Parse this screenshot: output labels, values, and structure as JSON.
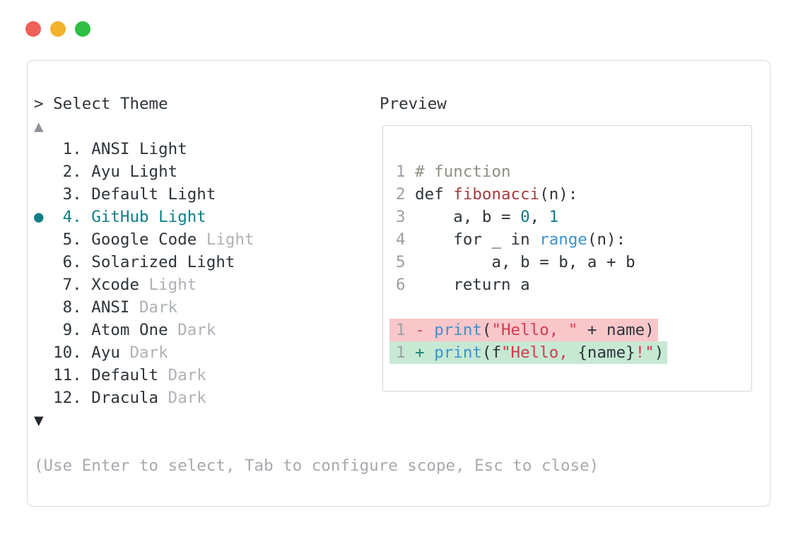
{
  "window_controls": {
    "close_color": "#f15f59",
    "minimize_color": "#f3b32d",
    "maximize_color": "#2fbf45"
  },
  "theme_selector": {
    "prompt": "> Select Theme",
    "scroll_up_symbol": "▲",
    "scroll_down_symbol": "▼",
    "selected_bullet": "●",
    "selected_item": "4. GitHub Light",
    "hint": "(Use Enter to select, Tab to configure scope, Esc to close)",
    "items": [
      {
        "number": "1.",
        "name": "ANSI Light",
        "muted_suffix": "",
        "selected": false
      },
      {
        "number": "2.",
        "name": "Ayu Light",
        "muted_suffix": "",
        "selected": false
      },
      {
        "number": "3.",
        "name": "Default Light",
        "muted_suffix": "",
        "selected": false
      },
      {
        "number": "4.",
        "name": "GitHub Light",
        "muted_suffix": "",
        "selected": true
      },
      {
        "number": "5.",
        "name": "Google Code",
        "muted_suffix": "Light",
        "selected": false
      },
      {
        "number": "6.",
        "name": "Solarized Light",
        "muted_suffix": "",
        "selected": false
      },
      {
        "number": "7.",
        "name": "Xcode",
        "muted_suffix": "Light",
        "selected": false
      },
      {
        "number": "8.",
        "name": "ANSI",
        "muted_suffix": "Dark",
        "selected": false
      },
      {
        "number": "9.",
        "name": "Atom One",
        "muted_suffix": "Dark",
        "selected": false
      },
      {
        "number": "10.",
        "name": "Ayu",
        "muted_suffix": "Dark",
        "selected": false
      },
      {
        "number": "11.",
        "name": "Default",
        "muted_suffix": "Dark",
        "selected": false
      },
      {
        "number": "12.",
        "name": "Dracula",
        "muted_suffix": "Dark",
        "selected": false
      }
    ]
  },
  "preview": {
    "label": "Preview",
    "code_lines": [
      {
        "tokens": [
          [
            "linenum",
            "1"
          ],
          [
            "plain",
            " "
          ],
          [
            "comment",
            "# function"
          ]
        ]
      },
      {
        "tokens": [
          [
            "linenum",
            "2"
          ],
          [
            "plain",
            " def "
          ],
          [
            "funcname",
            "fibonacci"
          ],
          [
            "plain",
            "(n):"
          ]
        ]
      },
      {
        "tokens": [
          [
            "linenum",
            "3"
          ],
          [
            "plain",
            "     a, b = "
          ],
          [
            "number",
            "0"
          ],
          [
            "plain",
            ", "
          ],
          [
            "number",
            "1"
          ]
        ]
      },
      {
        "tokens": [
          [
            "linenum",
            "4"
          ],
          [
            "plain",
            "     for _ in "
          ],
          [
            "builtin",
            "range"
          ],
          [
            "plain",
            "(n):"
          ]
        ]
      },
      {
        "tokens": [
          [
            "linenum",
            "5"
          ],
          [
            "plain",
            "         a, b = b, a + b"
          ]
        ]
      },
      {
        "tokens": [
          [
            "linenum",
            "6"
          ],
          [
            "plain",
            "     return a"
          ]
        ]
      },
      {
        "tokens": []
      },
      {
        "bg": "removed",
        "tokens": [
          [
            "linenum",
            "1"
          ],
          [
            "plain",
            " "
          ],
          [
            "minus",
            "-"
          ],
          [
            "plain",
            " "
          ],
          [
            "builtin",
            "print"
          ],
          [
            "plain",
            "("
          ],
          [
            "string",
            "\"Hello, \""
          ],
          [
            "plain",
            " + name)"
          ]
        ]
      },
      {
        "bg": "added",
        "tokens": [
          [
            "linenum",
            "1"
          ],
          [
            "plain",
            " "
          ],
          [
            "plus",
            "+"
          ],
          [
            "plain",
            " "
          ],
          [
            "builtin",
            "print"
          ],
          [
            "plain",
            "(f"
          ],
          [
            "string",
            "\"Hello, "
          ],
          [
            "plain",
            "{name}"
          ],
          [
            "string",
            "!\""
          ],
          [
            "plain",
            ")"
          ]
        ]
      }
    ]
  },
  "colors": {
    "accent_teal": "#117e86",
    "text_dark": "#2e343b",
    "muted_gray": "#aeb2b6",
    "hint_gray": "#a6aaae",
    "line_number_gray": "#9aa0a5",
    "comment_gray": "#8b9183",
    "function_red": "#a53b3d",
    "builtin_blue": "#3c92cf",
    "string_red": "#d63a4f",
    "diff_minus_red": "#d8515e",
    "diff_plus_teal": "#1b8376",
    "diff_removed_bg": "#f9c7c9",
    "diff_added_bg": "#c7e9d3",
    "window_border": "#d9dadb",
    "preview_border": "#d2d4d6"
  }
}
